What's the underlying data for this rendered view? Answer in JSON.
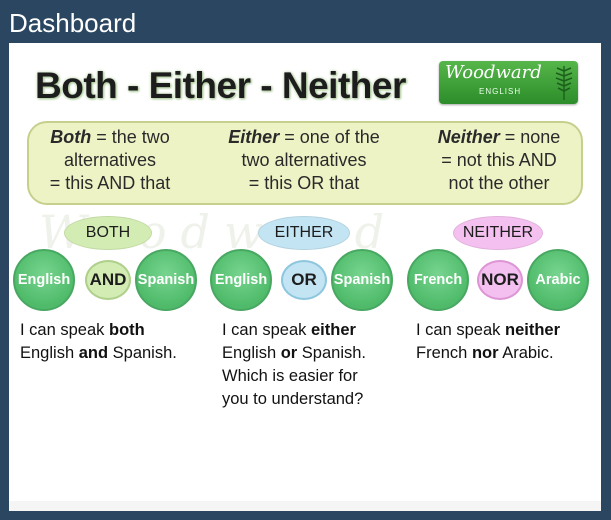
{
  "header": {
    "title": "Dashboard"
  },
  "graphic": {
    "title": "Both - Either - Neither",
    "logo": {
      "word": "Woodward",
      "sub": "ENGLISH",
      "icon": "fern-icon"
    },
    "definitions": [
      {
        "term": "Both",
        "line1_rest": " = the two",
        "line2": "alternatives",
        "line3": "= this AND that"
      },
      {
        "term": "Either",
        "line1_rest": " = one of the",
        "line2": "two alternatives",
        "line3": "= this OR that"
      },
      {
        "term": "Neither",
        "line1_rest": " = none",
        "line2": "= not this AND",
        "line3": "not the other"
      }
    ],
    "watermark": "Woodward",
    "groups": [
      {
        "label": "BOTH",
        "left": "English",
        "conj": "AND",
        "right": "Spanish",
        "example": {
          "p1": "I can speak ",
          "k1": "both",
          "p2": "English ",
          "k2": "and",
          "p3": " Spanish."
        }
      },
      {
        "label": "EITHER",
        "left": "English",
        "conj": "OR",
        "right": "Spanish",
        "example": {
          "p1": "I can speak ",
          "k1": "either",
          "p2": "English ",
          "k2": "or",
          "p3": " Spanish.",
          "p4": "Which is easier for",
          "p5": "you to understand?"
        }
      },
      {
        "label": "NEITHER",
        "left": "French",
        "conj": "NOR",
        "right": "Arabic",
        "example": {
          "p1": "I can speak ",
          "k1": "neither",
          "p2": "French ",
          "k2": "nor",
          "p3": " Arabic."
        }
      }
    ],
    "colors": {
      "both_pill": "#d3ecb4",
      "either_pill": "#c3e4f2",
      "neither_pill": "#f4c0ef",
      "circle": "#5cc278",
      "definition_box": "#eef3c6"
    }
  }
}
